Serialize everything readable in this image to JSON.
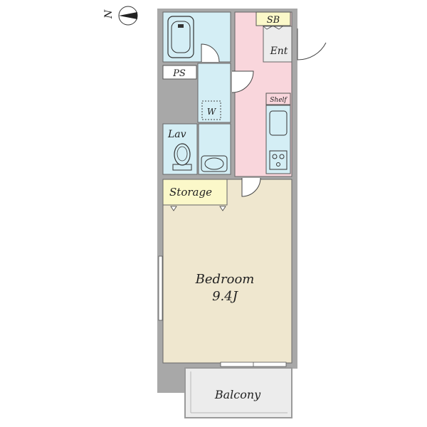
{
  "compass": {
    "north_label": "N"
  },
  "rooms": {
    "sb": "SB",
    "entrance": "Ent",
    "ps": "PS",
    "washer": "W",
    "shelf": "Shelf",
    "lavatory": "Lav",
    "storage": "Storage",
    "bedroom": "Bedroom",
    "bedroom_size": "9.4J",
    "balcony": "Balcony"
  },
  "colors": {
    "wall": "#a8a8a8",
    "wet_area": "#d4eef5",
    "kitchen_hall": "#f9d6dc",
    "bedroom": "#efe7cf",
    "storage": "#fbf8c9",
    "balcony": "#ececec"
  }
}
